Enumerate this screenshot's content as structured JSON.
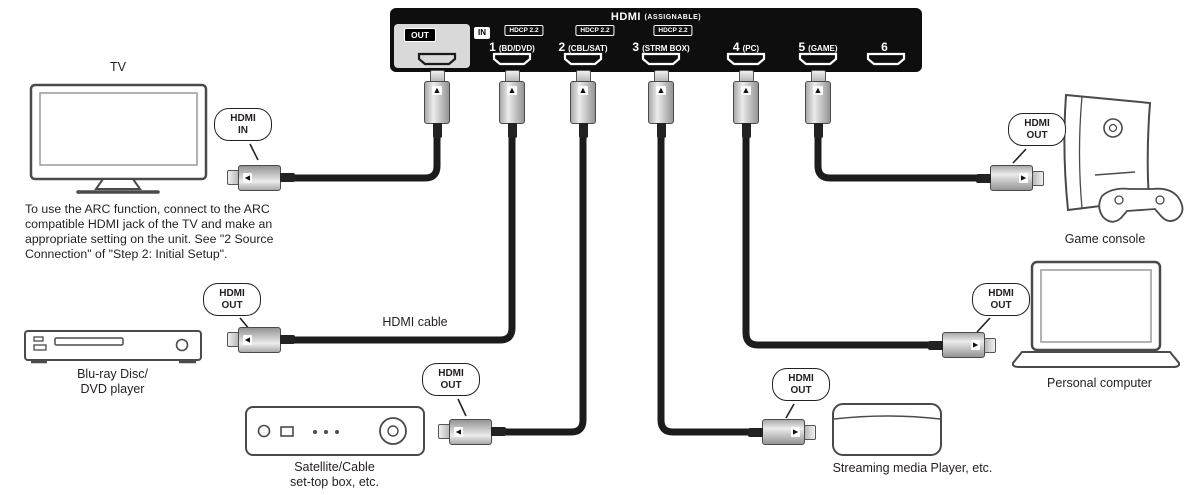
{
  "glyphs": {
    "plug_marker": "▲"
  },
  "panel": {
    "title": "HDMI",
    "title_suffix": "(ASSIGNABLE)",
    "out_label": "OUT",
    "in_label": "IN",
    "ports": [
      {
        "number": "1",
        "name": "(BD/DVD)",
        "hdcp": "HDCP 2.2"
      },
      {
        "number": "2",
        "name": "(CBL/SAT)",
        "hdcp": "HDCP 2.2"
      },
      {
        "number": "3",
        "name": "(STRM BOX)",
        "hdcp": "HDCP 2.2"
      },
      {
        "number": "4",
        "name": "(PC)",
        "hdcp": ""
      },
      {
        "number": "5",
        "name": "(GAME)",
        "hdcp": ""
      },
      {
        "number": "6",
        "name": "",
        "hdcp": ""
      }
    ]
  },
  "callouts": {
    "tv": {
      "l1": "HDMI",
      "l2": "IN"
    },
    "out": {
      "l1": "HDMI",
      "l2": "OUT"
    }
  },
  "devices": {
    "tv": {
      "label": "TV"
    },
    "bluray": {
      "label_line1": "Blu-ray Disc/",
      "label_line2": "DVD player"
    },
    "settop": {
      "label_line1": "Satellite/Cable",
      "label_line2": "set-top box, etc."
    },
    "streaming": {
      "label": "Streaming media Player, etc."
    },
    "pc": {
      "label": "Personal computer"
    },
    "game": {
      "label": "Game console"
    }
  },
  "labels": {
    "hdmi_cable": "HDMI cable"
  },
  "note": {
    "lines": [
      "To use the ARC function, connect to the ARC",
      "compatible HDMI jack of the TV and make an",
      "appropriate setting on the unit. See \"2 Source",
      "Connection\" of \"Step 2:  Initial Setup\"."
    ]
  }
}
